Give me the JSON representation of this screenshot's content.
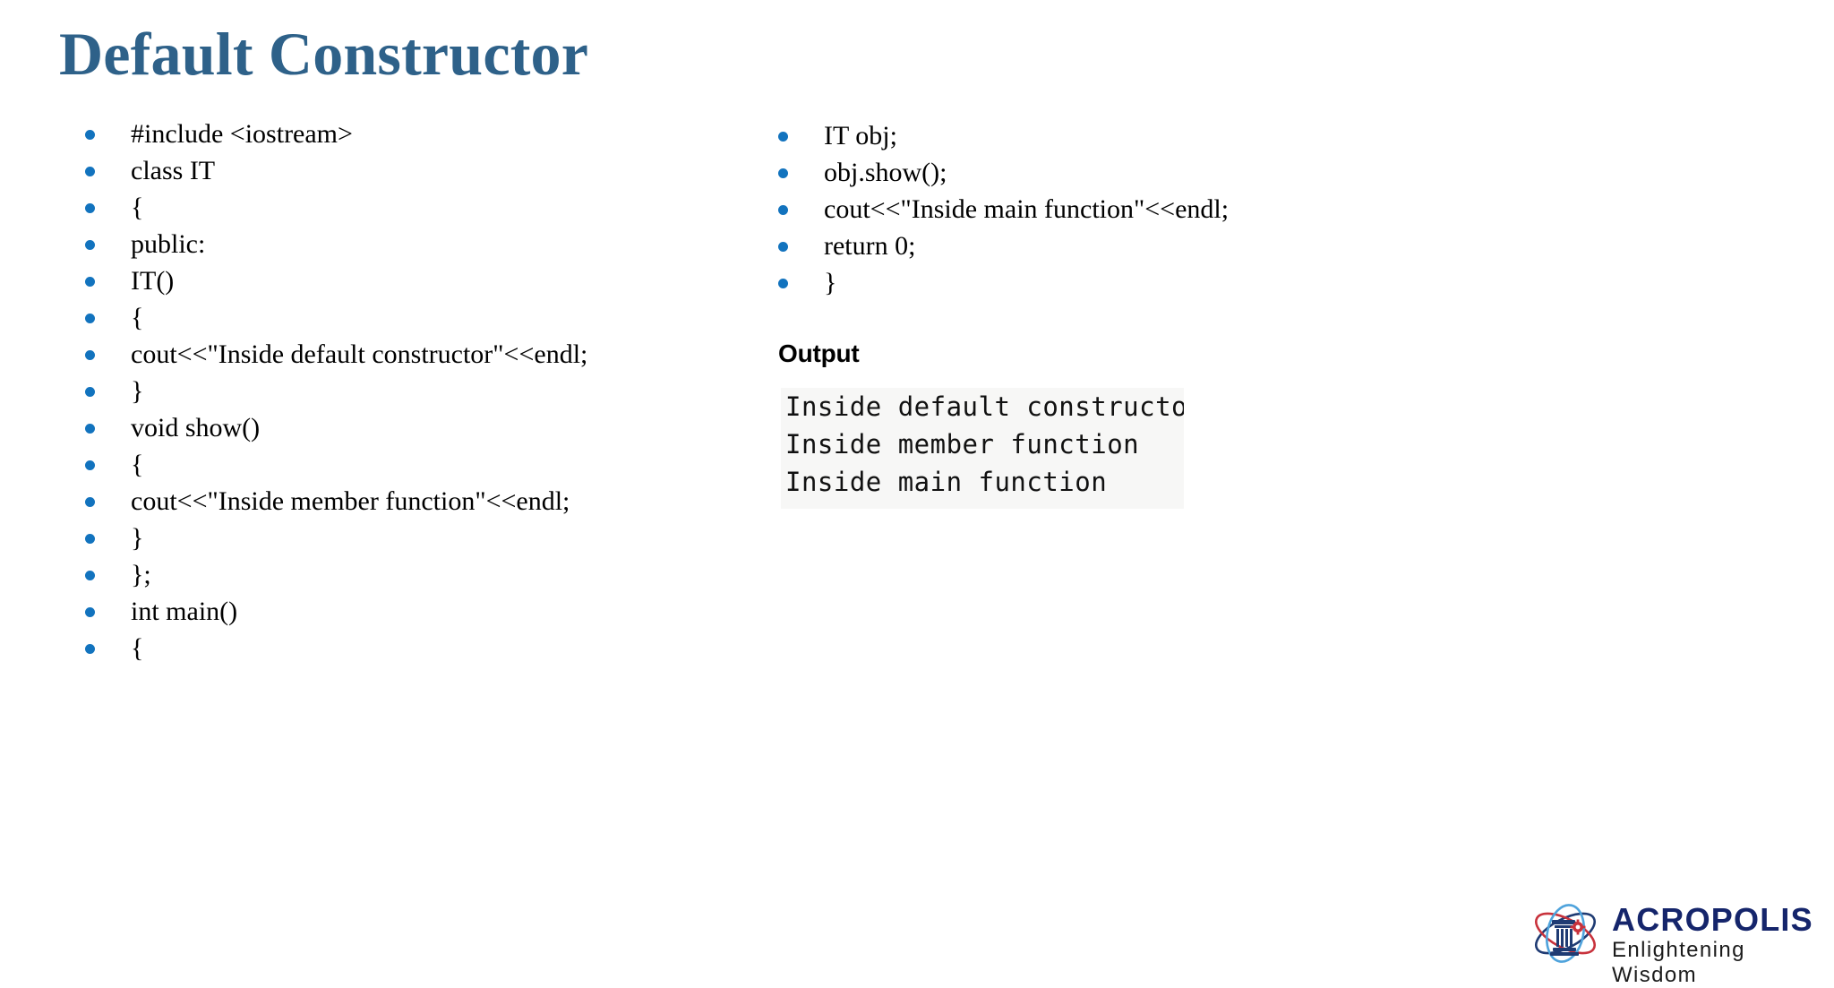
{
  "slide": {
    "title": "Default Constructor",
    "title_color": "#2E6189",
    "background_color": "#FFFFFF",
    "bullet_color": "#1273BE"
  },
  "left_column": {
    "items": [
      {
        "text": "#include <iostream>"
      },
      {
        "text": "class IT"
      },
      {
        "text": "{"
      },
      {
        "text": "public:"
      },
      {
        "text": "IT()"
      },
      {
        "text": "{"
      },
      {
        "text": "cout<<\"Inside default constructor\"<<endl;"
      },
      {
        "text": "}"
      },
      {
        "text": "void show()"
      },
      {
        "text": "{"
      },
      {
        "text": "cout<<\"Inside member function\"<<endl;"
      },
      {
        "text": "}"
      },
      {
        "text": "};"
      },
      {
        "text": "int main()"
      },
      {
        "text": "{"
      }
    ]
  },
  "right_column": {
    "items": [
      {
        "text": "IT obj;"
      },
      {
        "text": "obj.show();"
      },
      {
        "text": "cout<<\"Inside main function\"<<endl;"
      },
      {
        "text": "return 0;"
      },
      {
        "text": "}"
      }
    ]
  },
  "output": {
    "label": "Output",
    "console_background": "#F7F7F6",
    "lines": [
      "Inside default constructor",
      "Inside member function",
      "Inside main function"
    ]
  },
  "logo": {
    "name": "ACROPOLIS",
    "tagline": "Enlightening Wisdom",
    "name_color": "#15256B",
    "orbit_red": "#C8323C",
    "orbit_navy": "#1F3B73",
    "orbit_blue": "#4FA3DC",
    "column_navy": "#1F3B73",
    "gear_red": "#C8323C"
  }
}
